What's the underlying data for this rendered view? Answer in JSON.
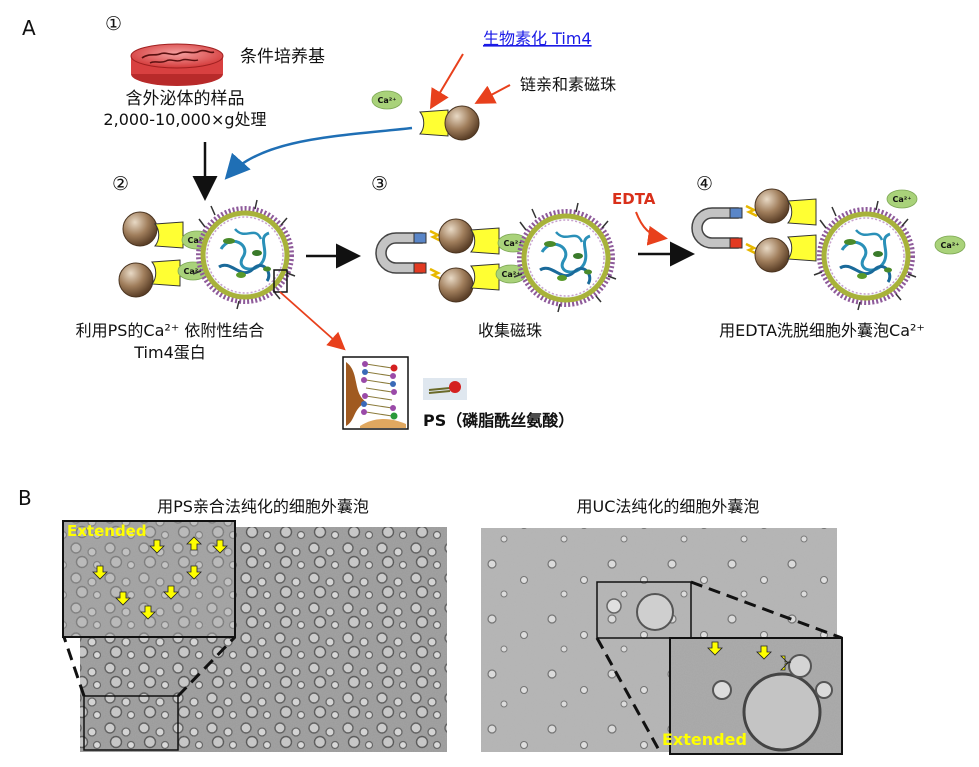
{
  "panel_a": {
    "label": "A",
    "step1": "①",
    "step2": "②",
    "step3": "③",
    "step4": "④",
    "medium": "条件培养基",
    "sample_line1": "含外泌体的样品",
    "sample_line2": "2,000-10,000×g处理",
    "biotin_tim4": "生物素化 Tim4",
    "streptavidin_beads": "链亲和素磁珠",
    "ca_badge": "Ca²⁺",
    "edta": "EDTA",
    "caption2_line1": "利用PS的Ca²⁺ 依附性结合",
    "caption2_line2": "Tim4蛋白",
    "caption3": "收集磁珠",
    "caption4": "用EDTA洗脱细胞外囊泡Ca²⁺",
    "ps_label": "PS（磷脂酰丝氨酸）"
  },
  "panel_b": {
    "label": "B",
    "left_title": "用PS亲合法纯化的细胞外囊泡",
    "right_title": "用UC法纯化的细胞外囊泡",
    "extended": "Extended"
  },
  "colors": {
    "ca_green": "#a9d27a",
    "tag_yellow": "#ffff33",
    "bead_brown": "#8a6a4a",
    "red_arrow": "#e8401c",
    "blue_arrow": "#1f6fb5",
    "link_blue": "#1a1ae6",
    "edta_red": "#d9301a"
  }
}
